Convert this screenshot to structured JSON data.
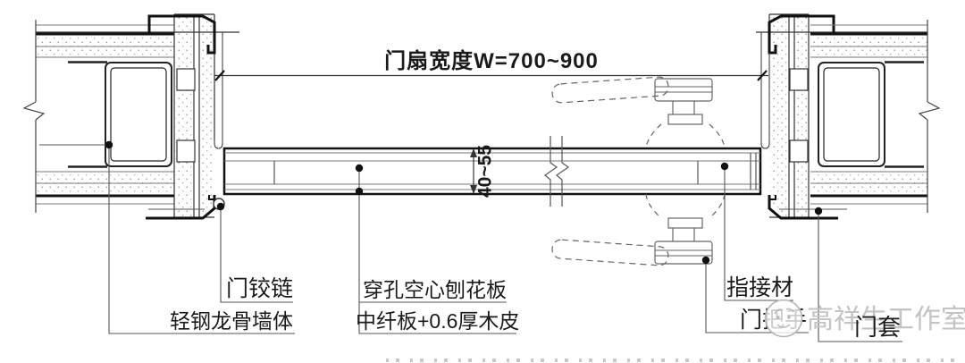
{
  "drawing": {
    "dimensions": {
      "door_leaf_width": "门扇宽度W=700~900",
      "door_leaf_thickness": "40~55"
    },
    "labels": {
      "door_hinge": "门铰链",
      "light_steel_stud_wall": "轻钢龙骨墙体",
      "perforated_hollow_chipboard": "穿孔空心刨花板",
      "mdf_with_veneer": "中纤板+0.6厚木皮",
      "finger_jointed_timber": "指接材",
      "door_handle": "门把手",
      "door_casing": "门套"
    },
    "watermark": {
      "studio_name": "高祥生工作室",
      "logo_icon": "studio-circle-logo"
    },
    "colors": {
      "line_black": "#1a1a1a",
      "leader_gray": "#555555",
      "watermark_gray": "#c3c3c3"
    }
  }
}
